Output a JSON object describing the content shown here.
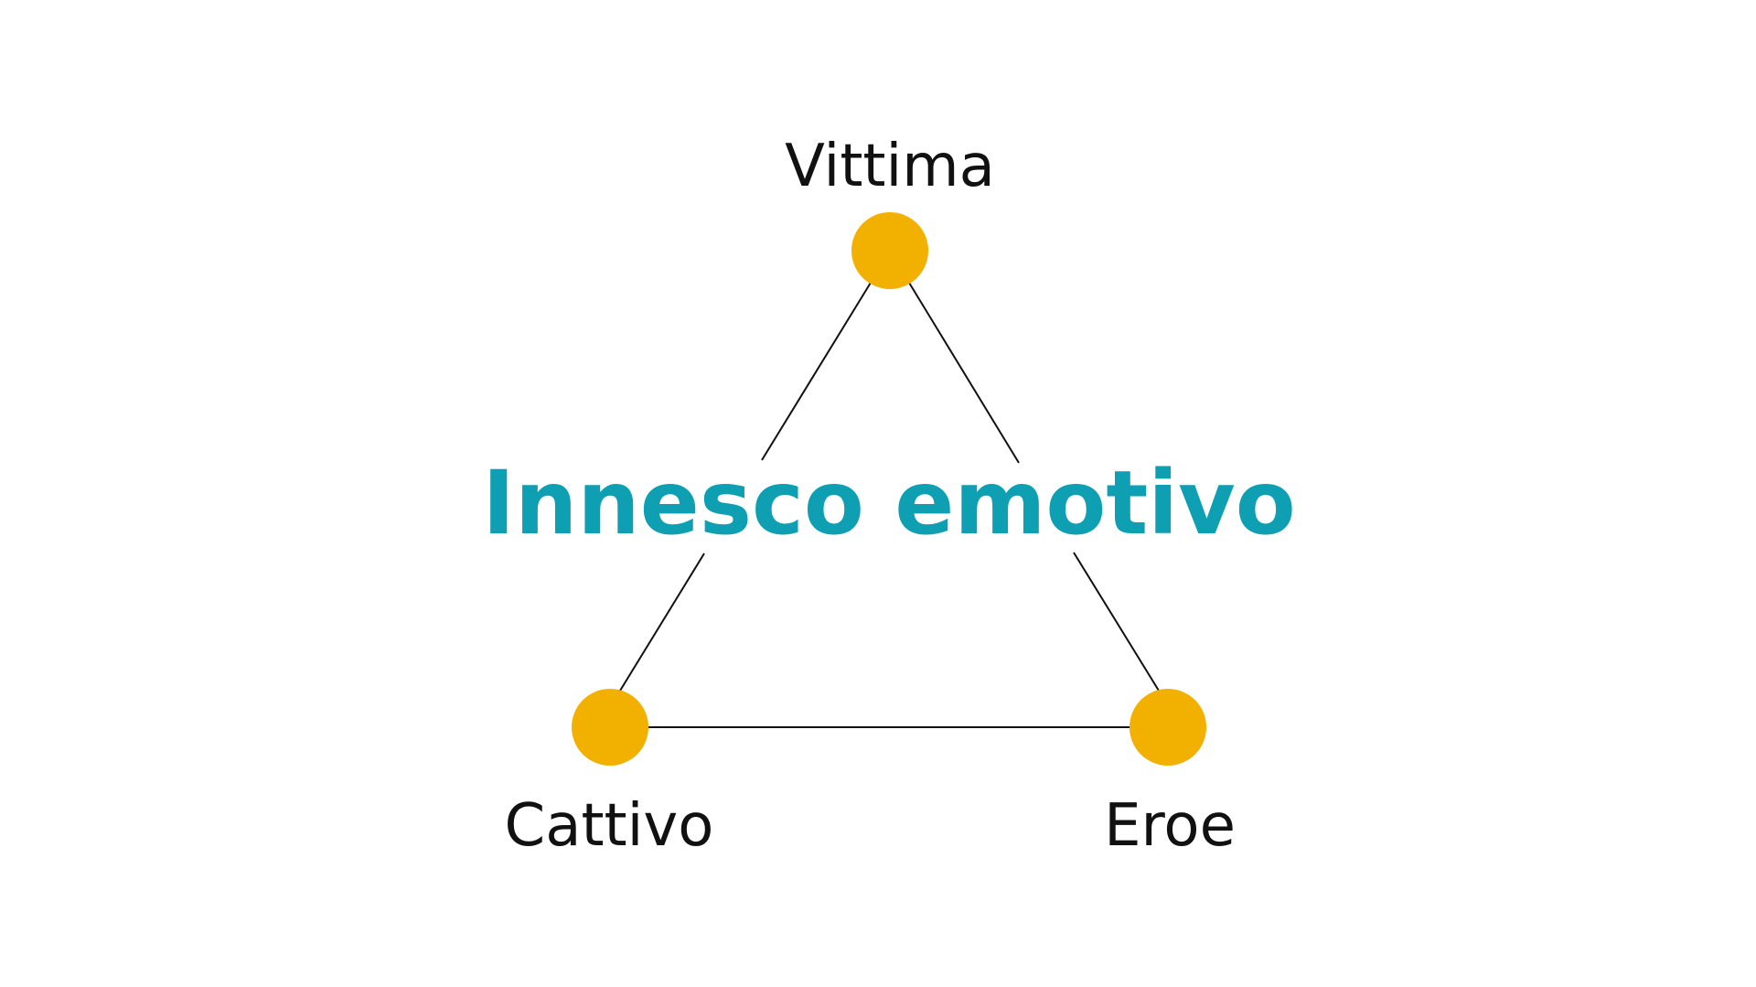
{
  "diagram": {
    "center_label": "Innesco emotivo",
    "nodes": {
      "top": {
        "label": "Vittima"
      },
      "bottom_left": {
        "label": "Cattivo"
      },
      "bottom_right": {
        "label": "Eroe"
      }
    },
    "colors": {
      "node_fill": "#F2B000",
      "center_text": "#0E9FB3",
      "edge": "#111111",
      "label_text": "#111111"
    }
  }
}
